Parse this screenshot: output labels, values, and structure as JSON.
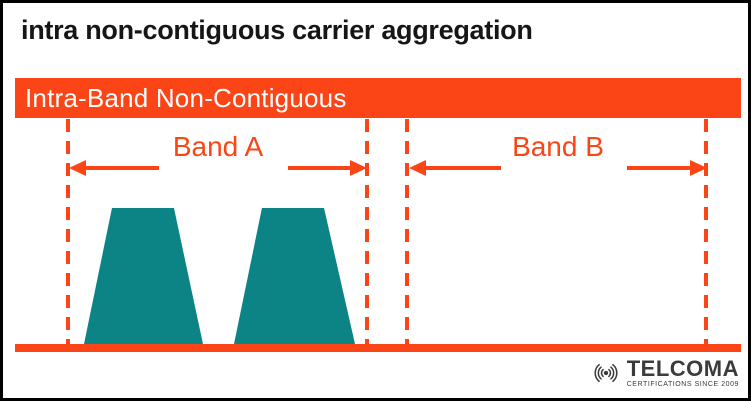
{
  "title": "intra non-contiguous carrier aggregation",
  "banner": {
    "label": "Intra-Band Non-Contiguous"
  },
  "diagram": {
    "bands": [
      {
        "label": "Band A",
        "carriers_shown": 2
      },
      {
        "label": "Band B",
        "carriers_shown": 0
      }
    ],
    "colors": {
      "accent_orange": "#FB4516",
      "carrier_teal": "#0C8485",
      "banner_text": "#FFFFFF",
      "title_ink": "#161616"
    }
  },
  "logo": {
    "brand": "TELCOMA",
    "tagline": "CERTIFICATIONS SINCE 2009",
    "icon": "broadcast-signal-icon",
    "color": "#3B3B3B"
  }
}
